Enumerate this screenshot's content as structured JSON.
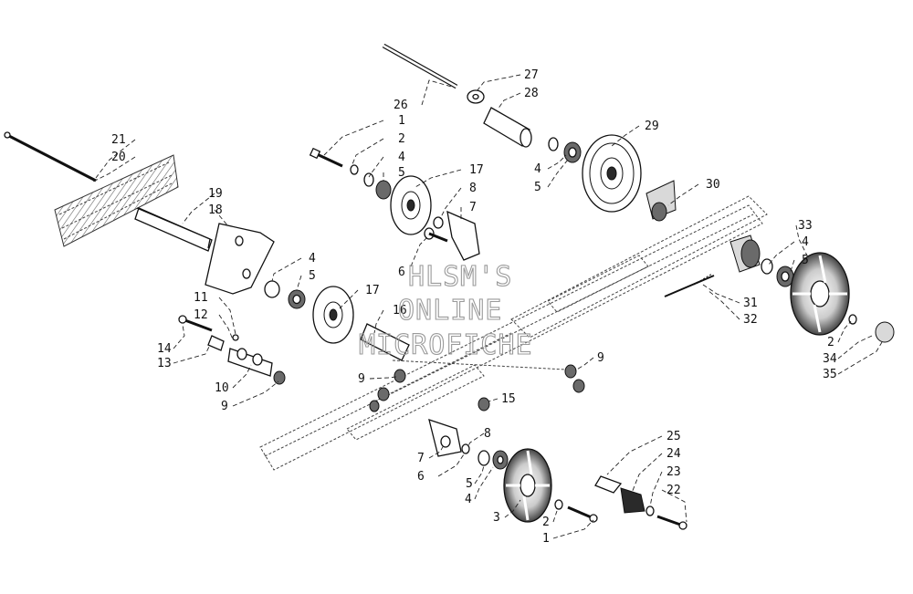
{
  "watermark": {
    "line1": "HLSM'S",
    "line2": "ONLINE",
    "line3": "MICROFICHE"
  },
  "callouts": {
    "c1a": "1",
    "c2a": "2",
    "c4a": "4",
    "c5a": "5",
    "c17a": "17",
    "c8a": "8",
    "c7a": "7",
    "c6a": "6",
    "c26": "26",
    "c27": "27",
    "c28": "28",
    "c29": "29",
    "c4b": "4",
    "c5b": "5",
    "c30": "30",
    "c21": "21",
    "c20": "20",
    "c19": "19",
    "c18": "18",
    "c4c": "4",
    "c5c": "5",
    "c17b": "17",
    "c16": "16",
    "c11": "11",
    "c12": "12",
    "c14": "14",
    "c13": "13",
    "c10": "10",
    "c9a": "9",
    "c33": "33",
    "c4d": "4",
    "c5d": "5",
    "c31": "31",
    "c32": "32",
    "c2b": "2",
    "c34": "34",
    "c35": "35",
    "c9b": "9",
    "c9c": "9",
    "c15": "15",
    "c8b": "8",
    "c7b": "7",
    "c6b": "6",
    "c5e": "5",
    "c4e": "4",
    "c3": "3",
    "c2c": "2",
    "c1b": "1",
    "c25": "25",
    "c24": "24",
    "c23": "23",
    "c22": "22"
  }
}
